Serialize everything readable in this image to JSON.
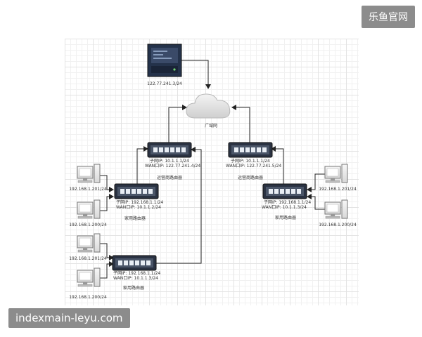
{
  "watermark": {
    "top_right": "乐鱼官网",
    "bottom_left": "indexmain-leyu.com"
  },
  "server": {
    "label": "122.77.241.3/24"
  },
  "cloud": {
    "label": "广域网"
  },
  "carrier_routers": [
    {
      "sub_ip": "子网IP:  10.1.1.1/24",
      "wan_ip": "WAN口IP:  122.77.241.4/24",
      "caption": "运营商路由器"
    },
    {
      "sub_ip": "子网IP:  10.1.1.1/24",
      "wan_ip": "WAN口IP:  122.77.241.5/24",
      "caption": "运营商路由器"
    }
  ],
  "home_routers": [
    {
      "sub_ip": "子网IP:  192.168.1.1/24",
      "wan_ip": "WAN口IP:  10.1.1.2/24",
      "caption": "家用路由器"
    },
    {
      "sub_ip": "子网IP:  192.168.1.1/24",
      "wan_ip": "WAN口IP:  10.1.1.3/24",
      "caption": "家用路由器"
    },
    {
      "sub_ip": "子网IP:  192.168.1.1/24",
      "wan_ip": "WAN口IP:  10.1.1.3/24",
      "caption": "家用路由器"
    }
  ],
  "computers": [
    {
      "label": "192.168.1.201/24"
    },
    {
      "label": "192.168.1.200/24"
    },
    {
      "label": "192.168.1.201/24"
    },
    {
      "label": "192.168.1.200/24"
    },
    {
      "label": "192.168.1.201/24"
    },
    {
      "label": "192.168.1.200/24"
    }
  ]
}
